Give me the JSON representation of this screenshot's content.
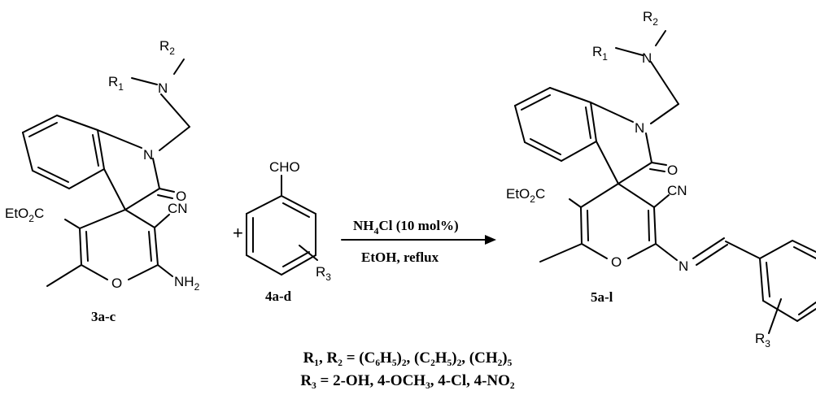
{
  "reactant1": {
    "id": "3a-c",
    "label_R1": "R",
    "label_R1_sub": "1",
    "label_R2": "R",
    "label_R2_sub": "2",
    "label_N_amine": "N",
    "label_N_ring": "N",
    "label_O_carbonyl": "O",
    "label_ester": "EtO",
    "label_ester_sub": "2",
    "label_ester_end": "C",
    "label_CN": "CN",
    "label_O_ring": "O",
    "label_NH2": "NH",
    "label_NH2_sub": "2"
  },
  "plus": "+",
  "reactant2": {
    "id": "4a-d",
    "label_CHO": "CHO",
    "label_R3": "R",
    "label_R3_sub": "3"
  },
  "conditions": {
    "above_main": "NH",
    "above_sub": "4",
    "above_rest": "Cl (10 mol%)",
    "below": "EtOH, reflux"
  },
  "product": {
    "id": "5a-l",
    "label_R1": "R",
    "label_R1_sub": "1",
    "label_R2": "R",
    "label_R2_sub": "2",
    "label_N_amine": "N",
    "label_N_ring": "N",
    "label_O_carbonyl": "O",
    "label_ester": "EtO",
    "label_ester_sub": "2",
    "label_ester_end": "C",
    "label_CN": "CN",
    "label_O_ring": "O",
    "label_N_imine": "N",
    "label_R3": "R",
    "label_R3_sub": "3"
  },
  "footnotes": {
    "line1": "R₁, R₂ = (C₆H₅)₂, (C₂H₅)₂, (CH₂)₅",
    "line2": "R₃ = 2-OH, 4-OCH₃, 4-Cl, 4-NO₂"
  }
}
